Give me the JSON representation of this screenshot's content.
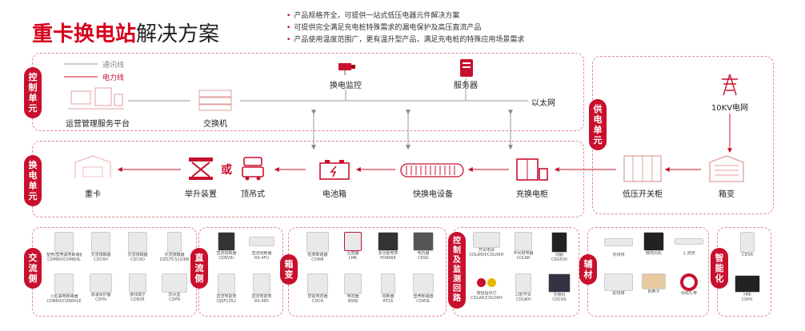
{
  "header": {
    "title_red": "重卡换电站",
    "title_rest": "解决方案",
    "bullets": [
      "产品规格齐全，可提供一站式低压电器元件解决方案",
      "可提供完全满足充电桩特殊需求的漏电保护及高压直流产品",
      "产品使用温度范围广，更有温升型产品，满足充电桩的特殊应用场景需求"
    ]
  },
  "control": {
    "tab": [
      "控",
      "制",
      "单",
      "元"
    ],
    "legend_comm": "通讯线",
    "legend_power": "电力线",
    "platform": "运营管理服务平台",
    "switch": "交换机",
    "monitor": "换电监控",
    "server": "服务器",
    "ethernet": "以太网"
  },
  "supply": {
    "tab": [
      "供",
      "电",
      "单",
      "元"
    ],
    "grid": "10KV电网"
  },
  "swap": {
    "tab": [
      "换",
      "电",
      "单",
      "元"
    ],
    "truck": "重卡",
    "lift": "举升装置",
    "or": "或",
    "hoist": "顶吊式",
    "battery": "电池箱",
    "device": "快换电设备",
    "cabinet": "充换电柜",
    "lv": "低压开关柜",
    "transformer": "箱变"
  },
  "products": {
    "ac": {
      "tab": [
        "交",
        "流",
        "侧"
      ],
      "items": [
        {
          "name": "塑壳/塑壳漏电断路器",
          "model": "CDM6H/CDM6HL"
        },
        {
          "name": "交流接触器",
          "model": "CDC6H"
        },
        {
          "name": "交流接触器",
          "model": "CDC6D"
        },
        {
          "name": "交流接触器",
          "model": "DZ5/TCS1S/6B"
        },
        {
          "name": "小型漏电断路器",
          "model": "CDB6H/CDB6HLE"
        },
        {
          "name": "浪涌保护器",
          "model": "CDYN"
        },
        {
          "name": "接线端子",
          "model": "CDBXE"
        },
        {
          "name": "防水盒",
          "model": "CDPN"
        }
      ]
    },
    "dc": {
      "tab": [
        "直",
        "流",
        "侧"
      ],
      "items": [
        {
          "name": "直流熔断器",
          "model": "CDEV6r"
        },
        {
          "name": "直流熔断器",
          "model": "RS-4FU"
        },
        {
          "name": "直流电能表",
          "model": "DJSF1352"
        },
        {
          "name": "直流电能表",
          "model": "RS-485"
        }
      ]
    },
    "box": {
      "tab": [
        "箱",
        "变"
      ],
      "items": [
        {
          "name": "框架断路器",
          "model": "CDW6"
        },
        {
          "name": "互感器",
          "model": "LMK"
        },
        {
          "name": "多功能电表",
          "model": "PD666E"
        },
        {
          "name": "电抗器",
          "model": "CKSG"
        },
        {
          "name": "智能电容器",
          "model": "CDC6"
        },
        {
          "name": "电容器",
          "model": "BSMJ"
        },
        {
          "name": "熔断器",
          "model": "RT16"
        },
        {
          "name": "塑壳断路器",
          "model": "CDM3L"
        }
      ]
    },
    "monitor": {
      "tab": [
        "控",
        "制",
        "及",
        "监",
        "测",
        "回",
        "路"
      ],
      "items": [
        {
          "name": "开关电源",
          "model": "CDLR6H/CDLR6H"
        },
        {
          "name": "中间继电器",
          "model": "CDLRR"
        },
        {
          "name": "伺服",
          "model": "CDS500"
        },
        {
          "name": "按钮指示灯",
          "model": "CDLA6/CDLD6H"
        },
        {
          "name": "凸轮开关",
          "model": "CDLWH"
        },
        {
          "name": "交换机",
          "model": "CDCRS"
        }
      ]
    },
    "aux": {
      "tab": [
        "辅",
        "材"
      ],
      "items": [
        {
          "name": "导线排",
          "model": ""
        },
        {
          "name": "散热风机",
          "model": ""
        },
        {
          "name": "汇流排",
          "model": ""
        },
        {
          "name": "配线槽",
          "model": ""
        },
        {
          "name": "铜鼻子",
          "model": ""
        },
        {
          "name": "线缆扎带",
          "model": ""
        }
      ]
    },
    "smart": {
      "tab": [
        "智",
        "能",
        "化"
      ],
      "items": [
        {
          "name": "CDSA",
          "model": ""
        },
        {
          "name": "HMI",
          "model": "CDHC"
        }
      ]
    }
  },
  "colors": {
    "accent": "#c8102e",
    "line": "#e08a8a"
  }
}
